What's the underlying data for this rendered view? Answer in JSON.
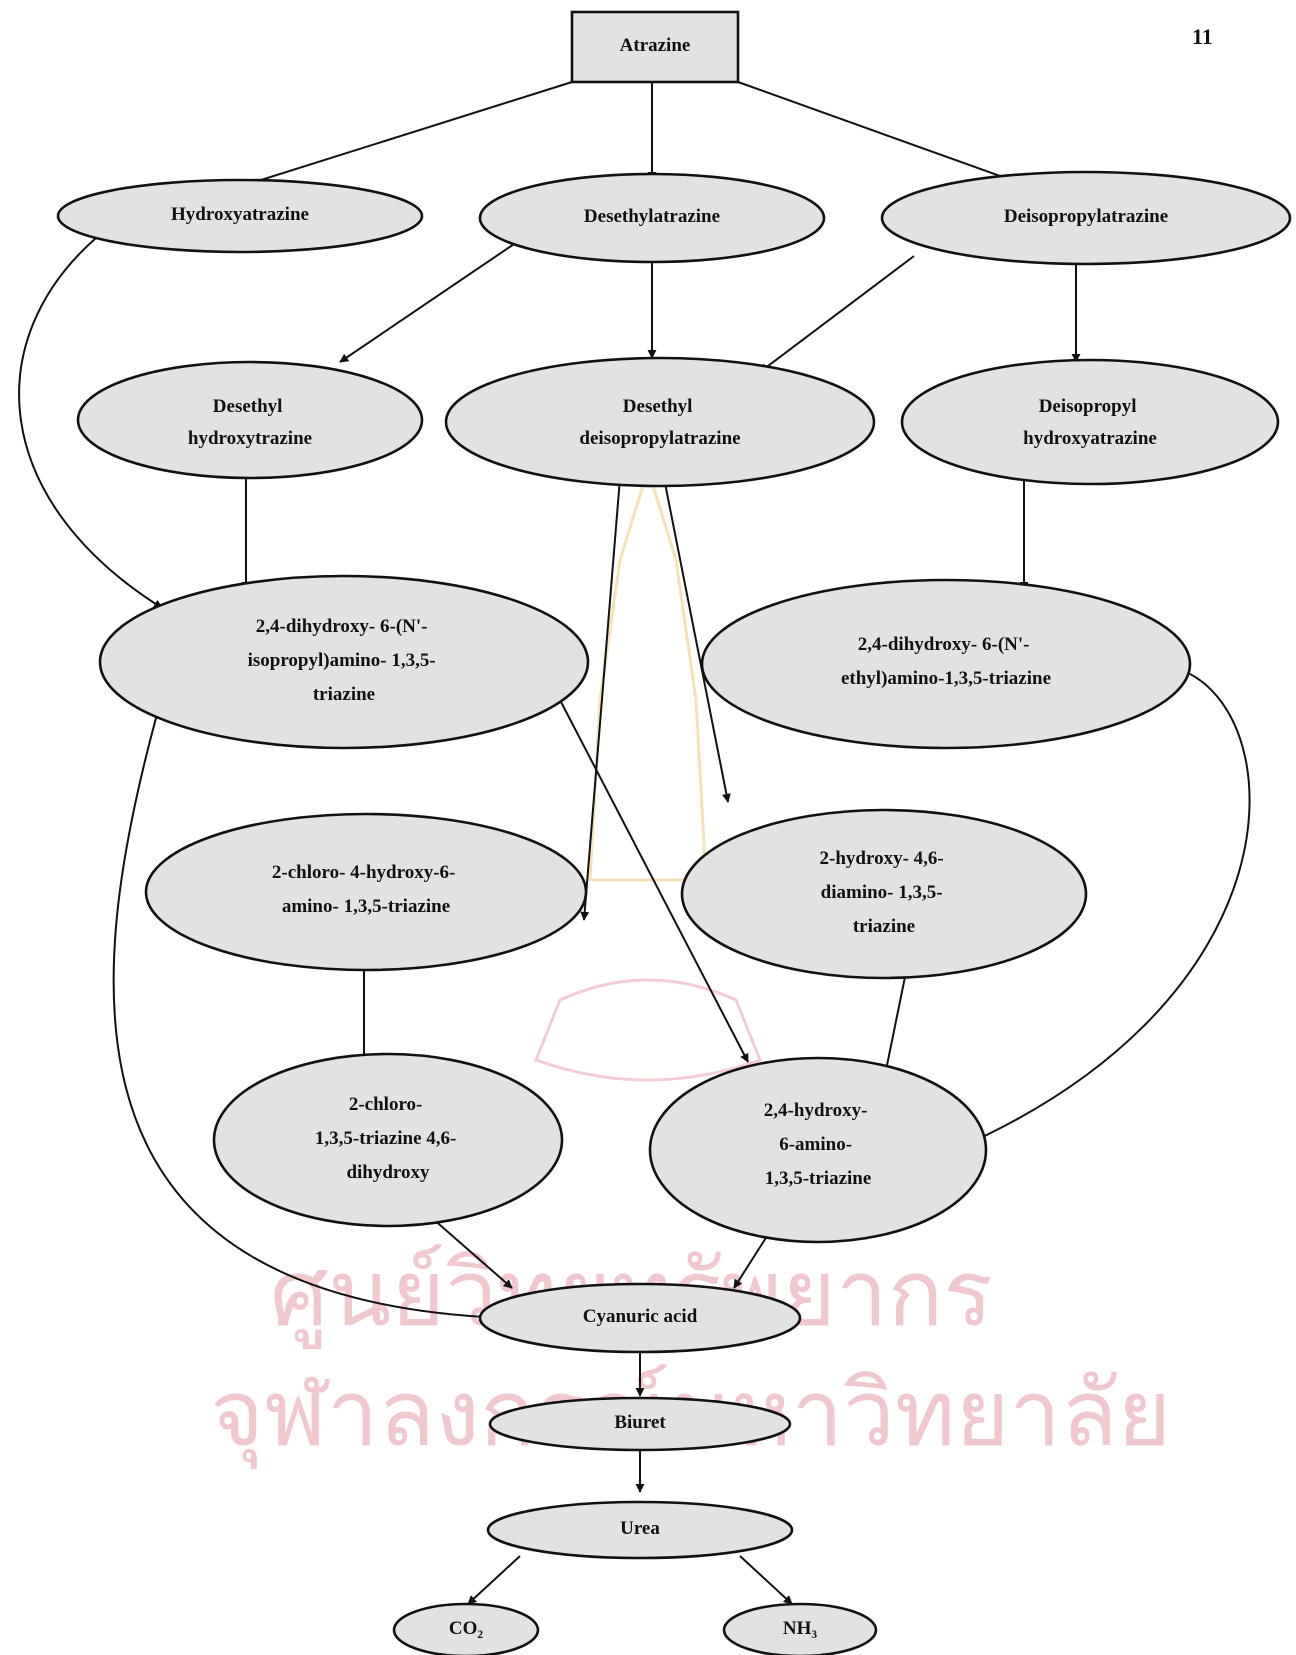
{
  "page_number": "11",
  "nodes": {
    "atrazine": [
      "Atrazine"
    ],
    "hydroxyatrazine": [
      "Hydroxyatrazine"
    ],
    "desethylatrazine": [
      "Desethylatrazine"
    ],
    "deisopropylatrazine": [
      "Deisopropylatrazine"
    ],
    "desethyl_hydroxytrazine": [
      "Desethyl",
      "hydroxytrazine"
    ],
    "desethyl_deisopropylatrazine": [
      "Desethyl",
      "deisopropylatrazine"
    ],
    "deisopropyl_hydroxyatrazine": [
      "Deisopropyl",
      "hydroxyatrazine"
    ],
    "dihydroxy_isopropylamino": [
      "2,4-dihydroxy- 6-(N'-",
      "isopropyl)amino- 1,3,5-",
      "triazine"
    ],
    "dihydroxy_ethylamino": [
      "2,4-dihydroxy- 6-(N'-",
      "ethyl)amino-1,3,5-triazine"
    ],
    "chloro_hydroxy_amino": [
      "2-chloro- 4-hydroxy-6-",
      "amino- 1,3,5-triazine"
    ],
    "hydroxy_diamino": [
      "2-hydroxy- 4,6-",
      "diamino-  1,3,5-",
      "triazine"
    ],
    "chloro_dihydroxy": [
      "2-chloro-",
      "1,3,5-triazine 4,6-",
      "dihydroxy"
    ],
    "hydroxy_amino": [
      "2,4-hydroxy-",
      "6-amino-",
      "1,3,5-triazine"
    ],
    "cyanuric_acid": [
      "Cyanuric acid"
    ],
    "biuret": [
      "Biuret"
    ],
    "urea": [
      "Urea"
    ],
    "co2": [
      "CO₂"
    ],
    "nh3": [
      "NH₃"
    ]
  },
  "edges": [
    [
      "atrazine",
      "hydroxyatrazine"
    ],
    [
      "atrazine",
      "desethylatrazine"
    ],
    [
      "atrazine",
      "deisopropylatrazine"
    ],
    [
      "hydroxyatrazine",
      "dihydroxy_isopropylamino"
    ],
    [
      "desethylatrazine",
      "desethyl_hydroxytrazine"
    ],
    [
      "desethylatrazine",
      "desethyl_deisopropylatrazine"
    ],
    [
      "deisopropylatrazine",
      "desethyl_deisopropylatrazine"
    ],
    [
      "deisopropylatrazine",
      "deisopropyl_hydroxyatrazine"
    ],
    [
      "desethyl_hydroxytrazine",
      "dihydroxy_isopropylamino"
    ],
    [
      "deisopropyl_hydroxyatrazine",
      "dihydroxy_ethylamino"
    ],
    [
      "desethyl_deisopropylatrazine",
      "chloro_hydroxy_amino"
    ],
    [
      "desethyl_deisopropylatrazine",
      "hydroxy_diamino"
    ],
    [
      "dihydroxy_isopropylamino",
      "hydroxy_amino"
    ],
    [
      "dihydroxy_isopropylamino",
      "cyanuric_acid"
    ],
    [
      "dihydroxy_ethylamino",
      "hydroxy_amino"
    ],
    [
      "chloro_hydroxy_amino",
      "chloro_dihydroxy"
    ],
    [
      "hydroxy_diamino",
      "hydroxy_amino"
    ],
    [
      "chloro_dihydroxy",
      "cyanuric_acid"
    ],
    [
      "hydroxy_amino",
      "cyanuric_acid"
    ],
    [
      "cyanuric_acid",
      "biuret"
    ],
    [
      "biuret",
      "urea"
    ],
    [
      "urea",
      "co2"
    ],
    [
      "urea",
      "nh3"
    ]
  ],
  "watermark": [
    "ศูนย์วิทยทรัพยากร",
    "จุฬาลงกรณ์มหาวิทยาลัย"
  ]
}
